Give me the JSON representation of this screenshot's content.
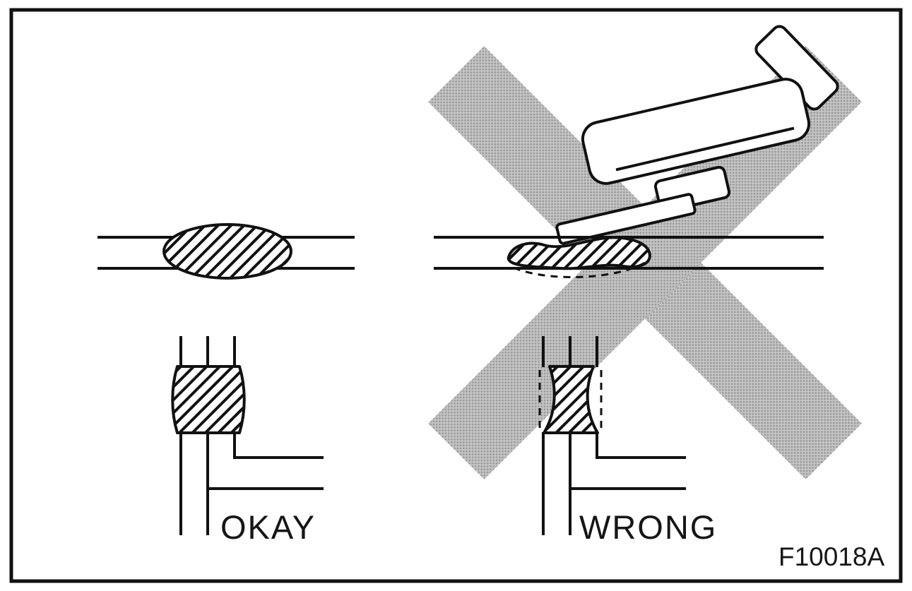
{
  "figure": {
    "code": "F10018A",
    "colors": {
      "ink": "#111111",
      "paper": "#ffffff",
      "cross-base": "#c6c6c6",
      "cross-dot": "#999999"
    }
  },
  "panels": {
    "okay": {
      "label": "OKAY"
    },
    "wrong": {
      "label": "WRONG"
    }
  },
  "parts": {
    "cross": "prohibition-cross",
    "heat_gun": "heat-gun",
    "grommet_wire_okay": "grommet-on-wire-intact",
    "grommet_wire_wrong": "grommet-on-wire-melted",
    "grommet_pipe_okay": "grommet-on-pipe-intact",
    "grommet_pipe_wrong": "grommet-on-pipe-pinched"
  }
}
